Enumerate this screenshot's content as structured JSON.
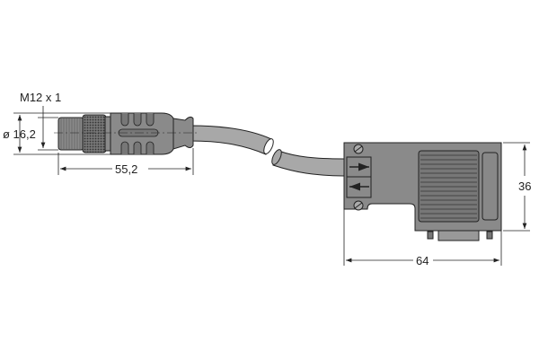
{
  "drawing": {
    "thread_label": "M12 x 1",
    "diameter_label": "ø 16,2",
    "length_m12_label": "55,2",
    "length_box_label": "64",
    "height_box_label": "36"
  },
  "colors": {
    "body": "#8a8a8a",
    "cable": "#a8a8a8",
    "dark": "#555555",
    "line": "#222222"
  }
}
